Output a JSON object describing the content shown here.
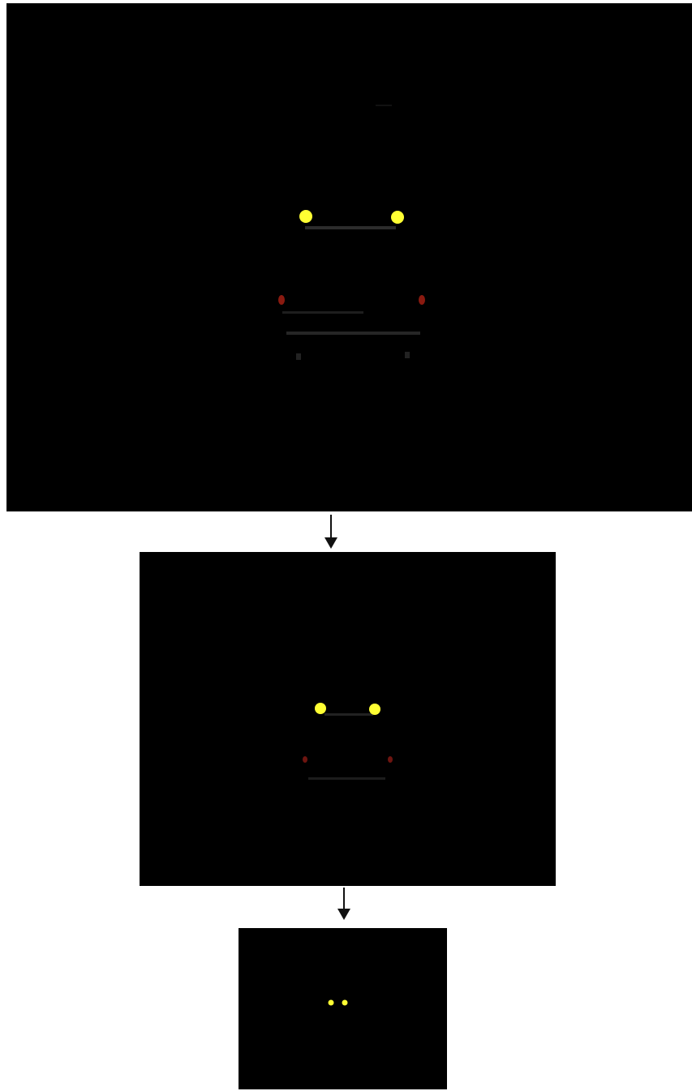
{
  "colors": {
    "background": "#ffffff",
    "panel": "#000000",
    "headlight": "#ffff33",
    "taillight": "#8a1a10",
    "faint_structure": "#2c2c2c",
    "arrow": "#111111"
  },
  "diagram": {
    "stages": [
      {
        "id": "stage-1",
        "depicts": "night-vehicle-frame-full",
        "scale": 1.0
      },
      {
        "id": "stage-2",
        "depicts": "night-vehicle-frame-downscaled",
        "scale": 0.6
      },
      {
        "id": "stage-3",
        "depicts": "night-vehicle-frame-downscaled",
        "scale": 0.3
      }
    ],
    "connectors": [
      {
        "from": "stage-1",
        "to": "stage-2",
        "icon": "down-arrow-icon"
      },
      {
        "from": "stage-2",
        "to": "stage-3",
        "icon": "down-arrow-icon"
      }
    ]
  }
}
